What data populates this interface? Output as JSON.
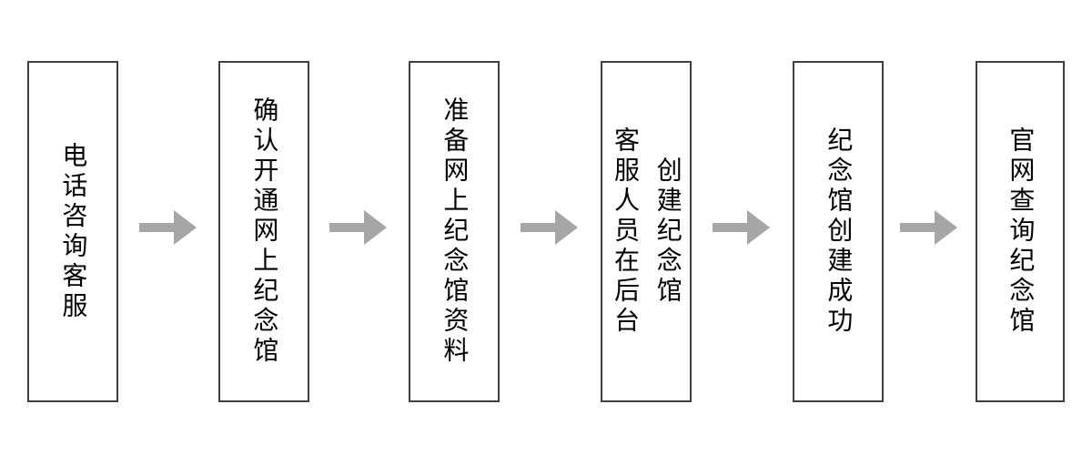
{
  "diagram": {
    "type": "flowchart",
    "direction": "left-to-right",
    "colors": {
      "background": "#ffffff",
      "box_fill": "#ffffff",
      "box_border": "#404040",
      "text": "#000000",
      "arrow": "#a6a6a6"
    },
    "steps": [
      {
        "id": 1,
        "label": "电话咨询客服",
        "lines": {
          "0": "电话咨询客服"
        }
      },
      {
        "id": 2,
        "label": "确认开通网上纪念馆",
        "lines": {
          "0": "确认开通网上纪念馆"
        }
      },
      {
        "id": 3,
        "label": "准备网上纪念馆资料",
        "lines": {
          "0": "准备网上纪念馆资料"
        }
      },
      {
        "id": 4,
        "label": "客服人员在后台创建纪念馆",
        "lines": {
          "0": "客服人员在后台",
          "1": "创建纪念馆"
        }
      },
      {
        "id": 5,
        "label": "纪念馆创建成功",
        "lines": {
          "0": "纪念馆创建成功"
        }
      },
      {
        "id": 6,
        "label": "官网查询纪念馆",
        "lines": {
          "0": "官网查询纪念馆"
        }
      }
    ],
    "connectors": [
      {
        "from": 1,
        "to": 2,
        "type": "arrow-right"
      },
      {
        "from": 2,
        "to": 3,
        "type": "arrow-right"
      },
      {
        "from": 3,
        "to": 4,
        "type": "arrow-right"
      },
      {
        "from": 4,
        "to": 5,
        "type": "arrow-right"
      },
      {
        "from": 5,
        "to": 6,
        "type": "arrow-right"
      }
    ]
  }
}
